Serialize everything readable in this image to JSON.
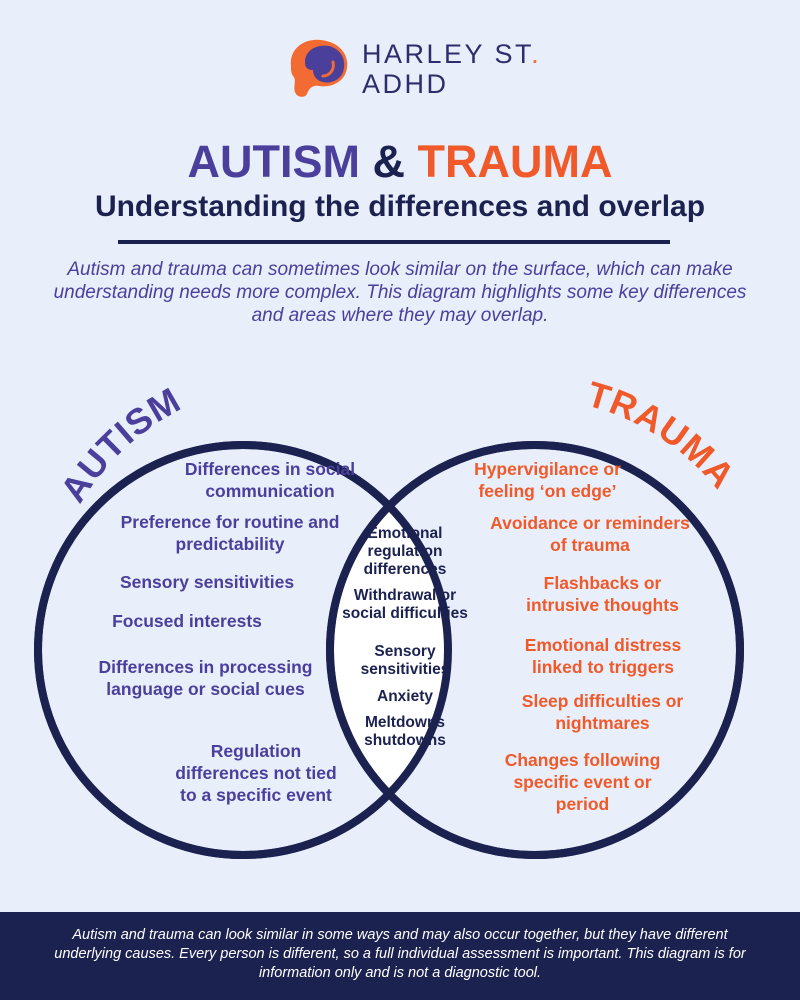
{
  "brand": {
    "line1": "HARLEY ST",
    "dot": ".",
    "line2": "ADHD",
    "colors": {
      "purple": "#4b3f9c",
      "orange": "#f26b33",
      "navy": "#1c2250"
    }
  },
  "title": {
    "part1": "AUTISM",
    "amp": "&",
    "part2": "TRAUMA"
  },
  "subtitle": "Understanding the differences and overlap",
  "intro": "Autism and trauma can sometimes look similar on the surface, which can make understanding needs more complex. This diagram highlights some key differences and areas where they may overlap.",
  "venn": {
    "left_label": "AUTISM",
    "right_label": "TRAUMA",
    "autism_items": [
      "Differences in social communication",
      "Preference for routine and predictability",
      "Sensory sensitivities",
      "Focused interests",
      "Differences in processing language or social cues",
      "Regulation differences not tied to a specific event"
    ],
    "overlap_items": [
      "Emotional regulation differences",
      "Withdrawal or social difficulties",
      "Sensory sensitivities",
      "Anxiety",
      "Meltdowns shutdowns"
    ],
    "trauma_items": [
      "Hypervigilance or feeling ‘on edge’",
      "Avoidance or reminders of trauma",
      "Flashbacks or intrusive thoughts",
      "Emotional distress linked to triggers",
      "Sleep difficulties or nightmares",
      "Changes following specific event or period"
    ]
  },
  "footer": "Autism and trauma can look similar in some ways and may also occur together, but they have different underlying causes. Every person is different, so a full individual assessment is important. This diagram is for information only and is not a diagnostic tool."
}
